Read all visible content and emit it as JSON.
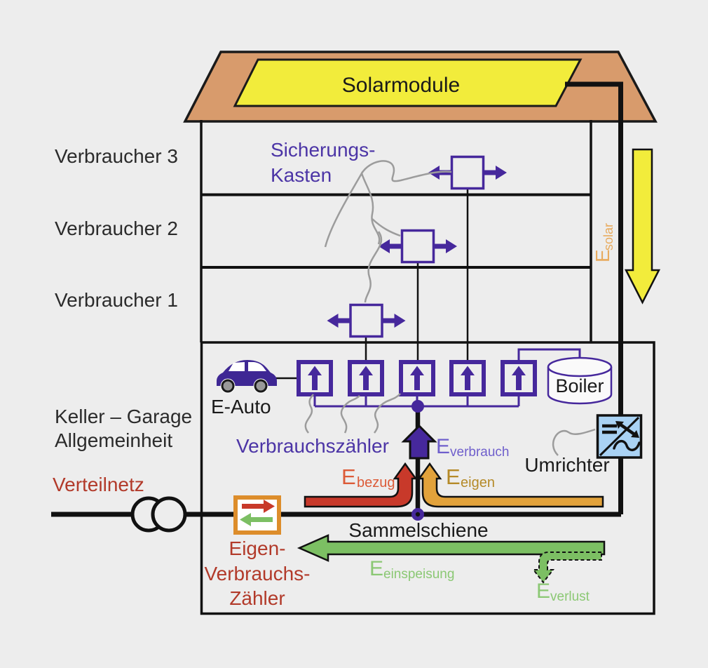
{
  "house": {
    "roof_label": "Solarmodule",
    "floors": [
      {
        "label": "Verbraucher 3"
      },
      {
        "label": "Verbraucher 2"
      },
      {
        "label": "Verbraucher 1"
      }
    ],
    "basement_label_line1": "Keller – Garage",
    "basement_label_line2": "Allgemeinheit"
  },
  "components": {
    "fuse_box_label_line1": "Sicherungs-",
    "fuse_box_label_line2": "Kasten",
    "ev_label": "E-Auto",
    "consumption_meter_label": "Verbrauchszähler",
    "boiler_label": "Boiler",
    "inverter_label": "Umrichter",
    "busbar_label": "Sammelschiene",
    "grid_label": "Verteilnetz",
    "self_meter_label_line1": "Eigen-",
    "self_meter_label_line2": "Verbrauchs-",
    "self_meter_label_line3": "Zähler"
  },
  "energy_flows": {
    "solar": {
      "symbol": "E",
      "subscript": "solar",
      "color": "#E8AB5E"
    },
    "bezug": {
      "symbol": "E",
      "subscript": "bezug",
      "color": "#DC5B38"
    },
    "eigen": {
      "symbol": "E",
      "subscript": "eigen",
      "color": "#B58A28"
    },
    "verbrauch": {
      "symbol": "E",
      "subscript": "verbrauch",
      "color": "#6F5FCC"
    },
    "einspeisung": {
      "symbol": "E",
      "subscript": "einspeisung",
      "color": "#8BC874"
    },
    "verlust": {
      "symbol": "E",
      "subscript": "verlust",
      "color": "#8BC874"
    }
  },
  "colors": {
    "background": "#EDEDED",
    "purple": "#46289C",
    "label_purple": "#4C35A6",
    "roof_brown": "#D89B6C",
    "solar_yellow": "#F2EC3B",
    "grid_arrow_red": "#C8392A",
    "self_arrow_orange": "#E2A23B",
    "feed_green": "#7CBF63",
    "inverter_blue": "#A9D2F4",
    "label_red": "#B23A2A"
  }
}
